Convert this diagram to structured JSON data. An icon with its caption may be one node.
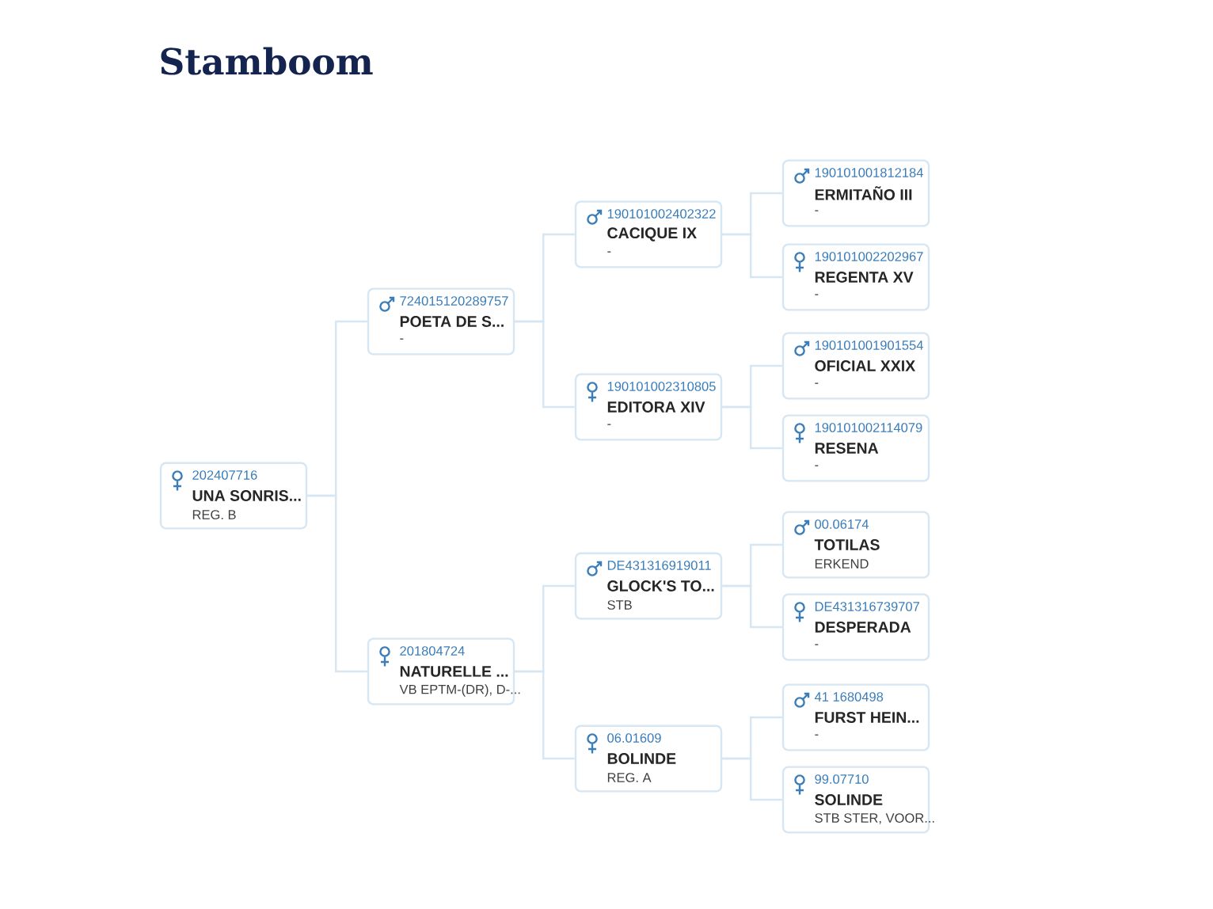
{
  "diagram": {
    "title": "Stamboom",
    "nodes": [
      {
        "text": [
          "202407716",
          "UNA SONRIS...",
          "REG. B"
        ]
      },
      {
        "text": [
          "724015120289757",
          "POETA DE S...",
          "-"
        ]
      },
      {
        "text": [
          "190101002402322",
          "CACIQUE IX",
          "-"
        ]
      },
      {
        "text": [
          "190101001812184",
          "ERMITAÑO III",
          "-"
        ]
      },
      {
        "text": [
          "190101002202967",
          "REGENTA XV",
          "-"
        ]
      },
      {
        "text": [
          "190101002310805",
          "EDITORA XIV",
          "-"
        ]
      },
      {
        "text": [
          "190101001901554",
          "OFICIAL XXIX",
          "-"
        ]
      },
      {
        "text": [
          "190101002114079",
          "RESENA",
          "-"
        ]
      },
      {
        "text": [
          "201804724",
          "NATURELLE ...",
          "VB EPTM-(DR), D-..."
        ]
      },
      {
        "text": [
          "DE431316919011",
          "GLOCK'S TO...",
          "STB"
        ]
      },
      {
        "text": [
          "00.06174",
          "TOTILAS",
          "ERKEND"
        ]
      },
      {
        "text": [
          "DE431316739707",
          "DESPERADA",
          "-"
        ]
      },
      {
        "text": [
          "06.01609",
          "BOLINDE",
          "REG. A"
        ]
      },
      {
        "text": [
          "41 1680498",
          "FURST HEIN...",
          "-"
        ]
      },
      {
        "text": [
          "99.07710",
          "SOLINDE",
          "STB STER, VOOR..."
        ]
      }
    ],
    "edges": [
      {
        "from": 0,
        "to": 1,
        "arrow": "none"
      },
      {
        "from": 0,
        "to": 8,
        "arrow": "none"
      },
      {
        "from": 1,
        "to": 2,
        "arrow": "none"
      },
      {
        "from": 1,
        "to": 5,
        "arrow": "none"
      },
      {
        "from": 2,
        "to": 3,
        "arrow": "none"
      },
      {
        "from": 2,
        "to": 4,
        "arrow": "none"
      },
      {
        "from": 5,
        "to": 6,
        "arrow": "none"
      },
      {
        "from": 5,
        "to": 7,
        "arrow": "none"
      },
      {
        "from": 8,
        "to": 9,
        "arrow": "none"
      },
      {
        "from": 8,
        "to": 12,
        "arrow": "none"
      },
      {
        "from": 9,
        "to": 10,
        "arrow": "none"
      },
      {
        "from": 9,
        "to": 11,
        "arrow": "none"
      },
      {
        "from": 12,
        "to": 13,
        "arrow": "none"
      },
      {
        "from": 12,
        "to": 14,
        "arrow": "none"
      }
    ]
  }
}
